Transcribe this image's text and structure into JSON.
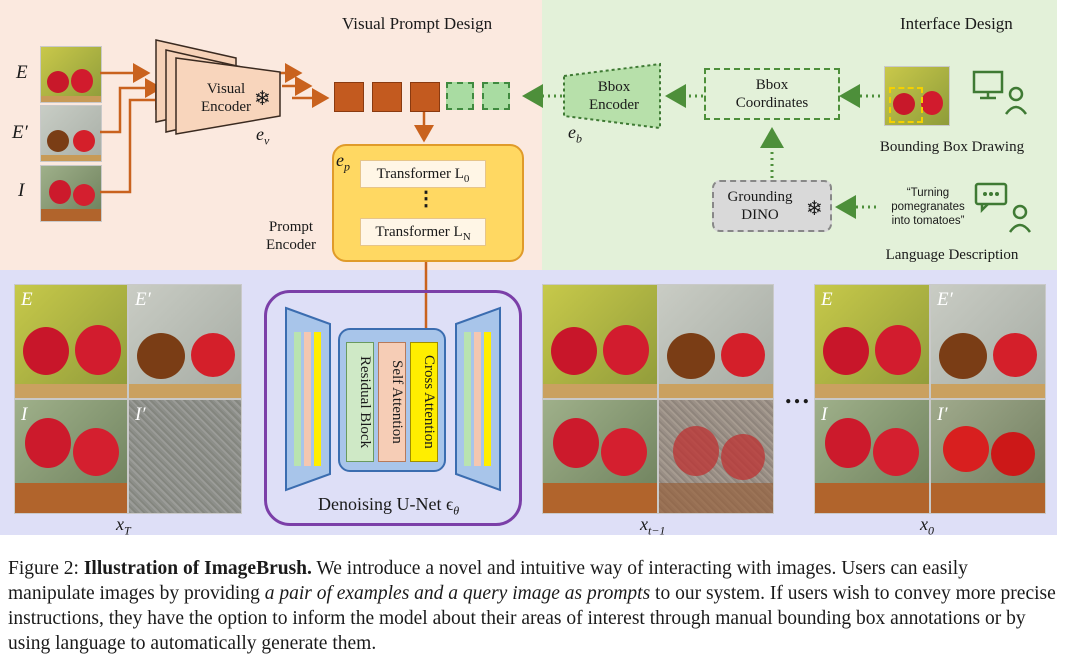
{
  "panels": {
    "visual_prompt_title": "Visual Prompt Design",
    "interface_title": "Interface Design"
  },
  "inputs": {
    "e": "E",
    "e_prime": "E′",
    "i": "I"
  },
  "visual_encoder": {
    "label_line1": "Visual",
    "label_line2": "Encoder",
    "symbol": "e",
    "symbol_sub": "v"
  },
  "prompt_encoder": {
    "symbol": "e",
    "symbol_sub": "p",
    "transformer_top": "Transformer L",
    "transformer_top_sub": "0",
    "dots": "⋮",
    "transformer_bottom": "Transformer L",
    "transformer_bottom_sub": "N",
    "label_line1": "Prompt",
    "label_line2": "Encoder"
  },
  "bbox_encoder": {
    "label_line1": "Bbox",
    "label_line2": "Encoder",
    "symbol": "e",
    "symbol_sub": "b"
  },
  "bbox_coords": {
    "label_line1": "Bbox",
    "label_line2": "Coordinates"
  },
  "bbox_drawing_label": "Bounding Box Drawing",
  "grounding": {
    "label_line1": "Grounding",
    "label_line2": "DINO"
  },
  "language": {
    "quote_line1": "“Turning",
    "quote_line2": "pomegranates",
    "quote_line3": "into tomatoes”",
    "label": "Language Description"
  },
  "unet": {
    "block_residual": "Residual Block",
    "block_self": "Self Attention",
    "block_cross": "Cross Attention",
    "label": "Denoising U-Net ϵ",
    "label_sub": "θ"
  },
  "grids": {
    "xt_label": "x",
    "xt_sub": "T",
    "xtm1_label": "x",
    "xtm1_sub": "t−1",
    "x0_label": "x",
    "x0_sub": "0",
    "ellipsis": "…",
    "cell_e": "E",
    "cell_ep": "E′",
    "cell_i": "I",
    "cell_ip": "I′"
  },
  "caption": {
    "prefix": "Figure 2: ",
    "bold": "Illustration of ImageBrush.",
    "part1": " We introduce a novel and intuitive way of interacting with images. Users can easily manipulate images by providing ",
    "italic": "a pair of examples and a query image as prompts",
    "part2": " to our system. If users wish to convey more precise instructions, they have the option to inform the model about their areas of interest through manual bounding box annotations or by using language to automatically generate them."
  },
  "colors": {
    "orange": "#c35a1f",
    "green_token": "#a9dca2",
    "prompt_encoder_fill": "#ffd862",
    "unet_border": "#7b3fa8"
  }
}
